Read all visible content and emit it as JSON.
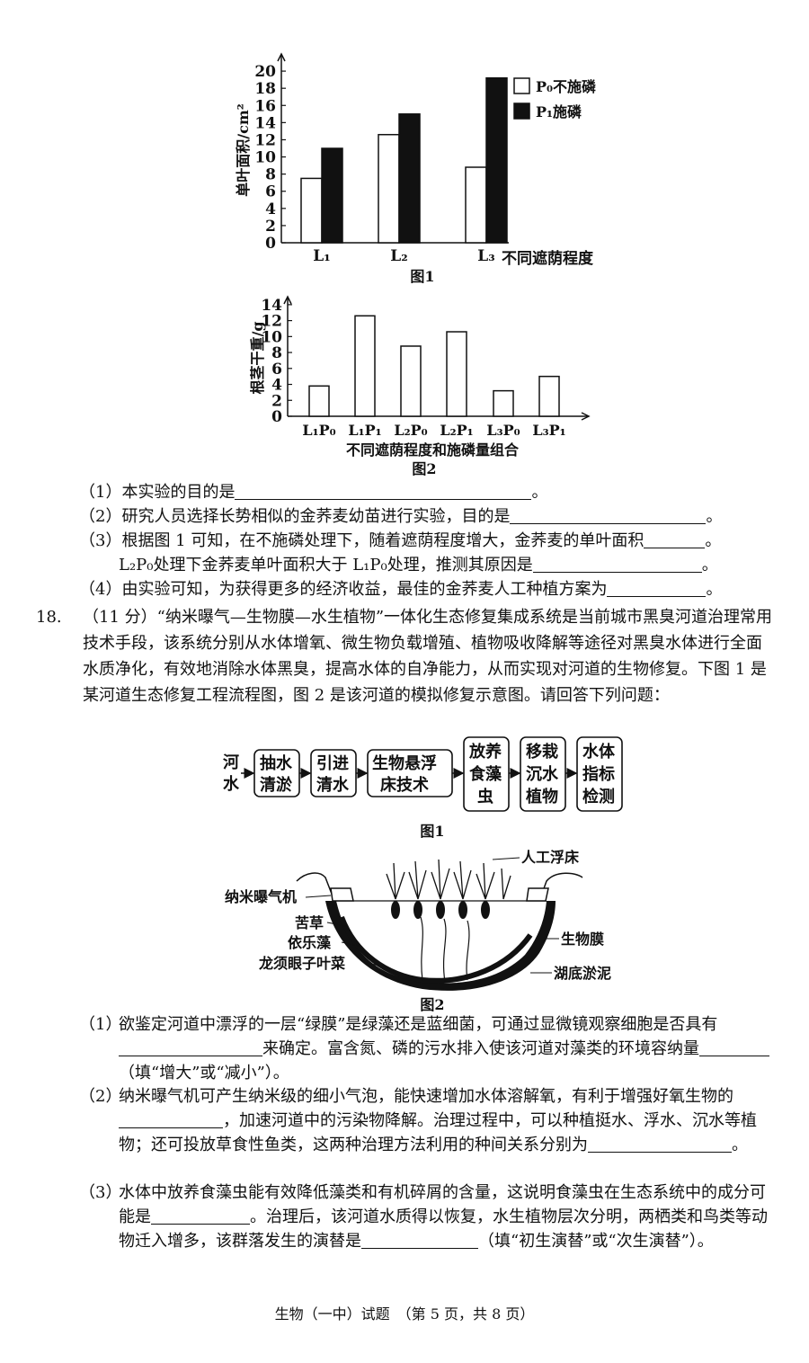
{
  "fig1": {
    "caption": "图1",
    "ylabel": "单叶面积/cm²",
    "xlabel": "不同遮荫程度",
    "legend": [
      "P₀不施磷",
      "P₁施磷"
    ]
  },
  "fig2": {
    "caption": "图2",
    "ylabel": "根茎干重/g",
    "xlabel": "不同遮荫程度和施磷量组合"
  },
  "chart_data": [
    {
      "type": "bar",
      "categories": [
        "L₁",
        "L₂",
        "L₃"
      ],
      "series": [
        {
          "name": "P₀不施磷",
          "values": [
            7.5,
            12.6,
            8.8
          ],
          "color": "#ffffff"
        },
        {
          "name": "P₁施磷",
          "values": [
            11.0,
            15.0,
            19.2
          ],
          "color": "#111111"
        }
      ],
      "yticks": [
        0,
        2,
        4,
        6,
        8,
        10,
        12,
        14,
        16,
        18,
        20
      ],
      "ylim": [
        0,
        22
      ],
      "title": "图1",
      "xlabel": "不同遮荫程度",
      "ylabel": "单叶面积/cm²"
    },
    {
      "type": "bar",
      "categories": [
        "L₁P₀",
        "L₁P₁",
        "L₂P₀",
        "L₂P₁",
        "L₃P₀",
        "L₃P₁"
      ],
      "values": [
        3.8,
        12.6,
        8.8,
        10.6,
        3.2,
        5.0
      ],
      "yticks": [
        0,
        2,
        4,
        6,
        8,
        10,
        12,
        14
      ],
      "ylim": [
        0,
        15
      ],
      "title": "图2",
      "xlabel": "不同遮荫程度和施磷量组合",
      "ylabel": "根茎干重/g"
    }
  ],
  "q17": {
    "s1_a": "（1）本实验的目的是",
    "s1_b": "。",
    "s2_a": "（2）研究人员选择长势相似的金荞麦幼苗进行实验，目的是",
    "s2_b": "。",
    "s3_a": "（3）根据图 1 可知，在不施磷处理下，随着遮荫程度增大，金荞麦的单叶面积",
    "s3_b": "。",
    "s3c_a": "L₂P₀处理下金荞麦单叶面积大于 L₁P₀处理，推测其原因是",
    "s3c_b": "。",
    "s4_a": "（4）由实验可知，为获得更多的经济收益，最佳的金荞麦人工种植方案为",
    "s4_b": "。"
  },
  "q18": {
    "num": "18.",
    "intro": "（11 分）“纳米曝气—生物膜—水生植物”一体化生态修复集成系统是当前城市黑臭河道治理常用技术手段，该系统分别从水体增氧、微生物负载增殖、植物吸收降解等途径对黑臭水体进行全面水质净化，有效地消除水体黑臭，提高水体的自净能力，从而实现对河道的生物修复。下图 1 是某河道生态修复工程流程图，图 2 是该河道的模拟修复示意图。请回答下列问题：",
    "flow": {
      "start": "河水",
      "boxes": [
        "抽水清淤",
        "引进清水",
        "生物悬浮床技术",
        "放养食藻虫",
        "移栽沉水植物",
        "水体指标检测"
      ]
    },
    "fig1_caption": "图1",
    "fig2_caption": "图2",
    "fig2_labels": {
      "float_bed": "人工浮床",
      "aerator": "纳米曝气机",
      "eelgrass": "苦草",
      "elodea": "依乐藻",
      "pondweed": "龙须眼子叶菜",
      "biofilm": "生物膜",
      "sludge": "湖底淤泥"
    },
    "a1_l": "（1）",
    "a1_1": "欲鉴定河道中漂浮的一层“绿膜”是绿藻还是蓝细菌，可通过显微镜观察细胞是否具有",
    "a1_2": "来确定。富含氮、磷的污水排入使该河道对藻类的环境容纳量",
    "a1_3": "（填“增大”或“减小”）。",
    "a2_l": "（2）",
    "a2_1": "纳米曝气机可产生纳米级的细小气泡，能快速增加水体溶解氧，有利于增强好氧生物的",
    "a2_2": "，加速河道中的污染物降解。治理过程中，可以种植挺水、浮水、沉水等植物；还可投放草食性鱼类，这两种治理方法利用的种间关系分别为",
    "a2_3": "。",
    "a3_l": "（3）",
    "a3_1": "水体中放养食藻虫能有效降低藻类和有机碎屑的含量，这说明食藻虫在生态系统中的成分可能是",
    "a3_2": "。治理后，该河道水质得以恢复，水生植物层次分明，两栖类和鸟类等动物迁入增多，该群落发生的演替是",
    "a3_3": "（填“初生演替”或“次生演替”）。"
  },
  "footer": "生物（一中）试题　（第 5 页，共 8 页）"
}
